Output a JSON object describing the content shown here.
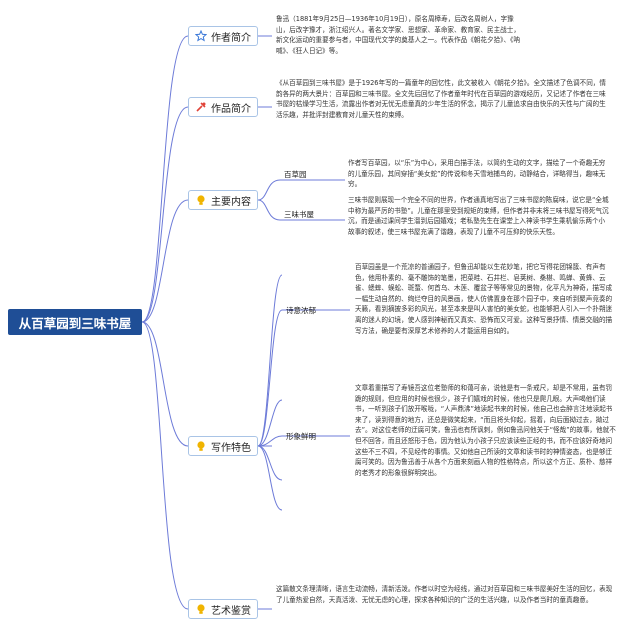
{
  "root": {
    "title": "从百草园到三味书屋"
  },
  "branches": {
    "author": {
      "label": "作者简介",
      "icon": "star-icon",
      "text": "鲁迅（1881年9月25日—1936年10月19日），原名周樟寿，后改名周树人，字豫山，后改字豫才，浙江绍兴人。著名文学家、思想家、革命家、教育家、民主战士，新文化运动的重要参与者，中国现代文学的奠基人之一。代表作品《朝花夕拾》、《呐喊》、《狂人日记》等。"
    },
    "work": {
      "label": "作品简介",
      "icon": "tools-icon",
      "text": "《从百草园到三味书屋》是于1926年写的一篇童年的回忆性，此文被收入《朝花夕拾》。全文描述了色调不同，情韵各异的两大景片：百草园和三味书屋。全文先后回忆了作者童年时代在百草园的游戏经历，又记述了作者在三味书屋的枯燥学习生活，流露出作者对无忧无虑童真的少年生活的怀念，揭示了儿童追求自由快乐的天性与广阔的生活乐趣，并批评封建教育对儿童天性的束缚。"
    },
    "content": {
      "label": "主要内容",
      "icon": "idea-icon",
      "items": [
        {
          "label": "百草园",
          "text": "作者写百草园，以“乐”为中心，采用白描手法，以简约生动的文字，描绘了一个奇趣无穷的儿童乐园，其间穿插“美女蛇”的传说和冬天雪地捕鸟的，动静结合，详略得当，趣味无穷。"
        },
        {
          "label": "三味书屋",
          "text": "三味书屋则展现一个完全不同的世界，作者通真地写出了三味书屋的陈腐味，说它是“全城中称为最严厉的书塾”。儿童在那里受到规矩的束缚，但作者并非末将三味书屋写得死气沉沉，而是通过课间学生溜到后园嬉戏；老私塾先生在课堂上入神读书学生乘机偷乐两个小故事的叙述，使三味书屋充满了谐趣，表现了儿童不可压抑的快乐天性。"
        }
      ]
    },
    "features": {
      "label": "写作特色",
      "icon": "idea-icon",
      "items": [
        {
          "label": "诗意浓郁",
          "text": "百草园虽是一个荒凉的普通园子，但鲁迅却能以生花妙笔，把它写得花团锦簇、有声有色，他用朴素的、毫不雕饰的笔墨，把菜畦、石井栏、皂荚树、桑椹、鸣蝉、黄蜂、云雀、蟋蟀、蜈蚣、斑蝥、何首乌、木莲、覆盆子等等常见的景物，化平凡为神奇，描写成一幅生动自然的、绚烂夺目的风景画，使人仿佛置身在那个园子中，来自听到聚声竞奏的天籁，看到摘披多彩的风光，甚至本来是叫人害怕的美女蛇，也能够把人引入一个扑朔迷离的迷人的幻境，使人感到神秘而又真实、恐怖而又可爱。这种写景抒情、情景交融的描写方法，确是要有深厚艺术修养的人才能运用自如的。"
        },
        {
          "label": "形象鲜明",
          "text": "文章着重描写了寿镜吾这位老塾师的和蔼可亲，说他是有一条戒尺，却是不常用，虽有罚跪的规则，但应用的时候也很少，孩子们嬉戏的时候，他也只是爬几眼。大声喝他们读书，一听到孩子们放开喉咙，“人声鼎沸”地读起书来的时候，他自己也会醉言注地读起书来了，读到得意的地方，还总是微笑起来，“而且将头仰起，摇着，向后面拗过去，拗过去”。对这位老师的迂腐可笑，鲁迅也有所讽刺，例如鲁迅问他关于“怪哉”的故事，他就不但不回答，而且还怒形于色，因为他认为小孩子只应该读些正经的书，而不应该好奇地问这些不三不四，不见经传的事情。又如他自己所读的文章和读书时的神情姿态，也是够迂腐可笑的。因为鲁迅善于从各个方面来刻画人物的性格特点，所以这个方正、质朴、慈祥的老秀才的形象很鲜明突出。"
        }
      ]
    },
    "art": {
      "label": "艺术鉴赏",
      "icon": "idea-icon",
      "text": "这篇散文条理清晰，语言生动流畅，清新活泼。作者以时空为经线，通过对百草园和三味书屋美好生活的回忆，表现了儿童热爱自然，天真活泼、无忧无虑的心理，探求各种知识的广泛的生活兴趣，以及作者当时的童真趣意。"
    }
  },
  "colors": {
    "root_bg": "#1f4e96",
    "branch_border": "#a9c4e6",
    "line": "#6d7bd8",
    "yellow": "#f0b400",
    "red": "#e0443a"
  }
}
